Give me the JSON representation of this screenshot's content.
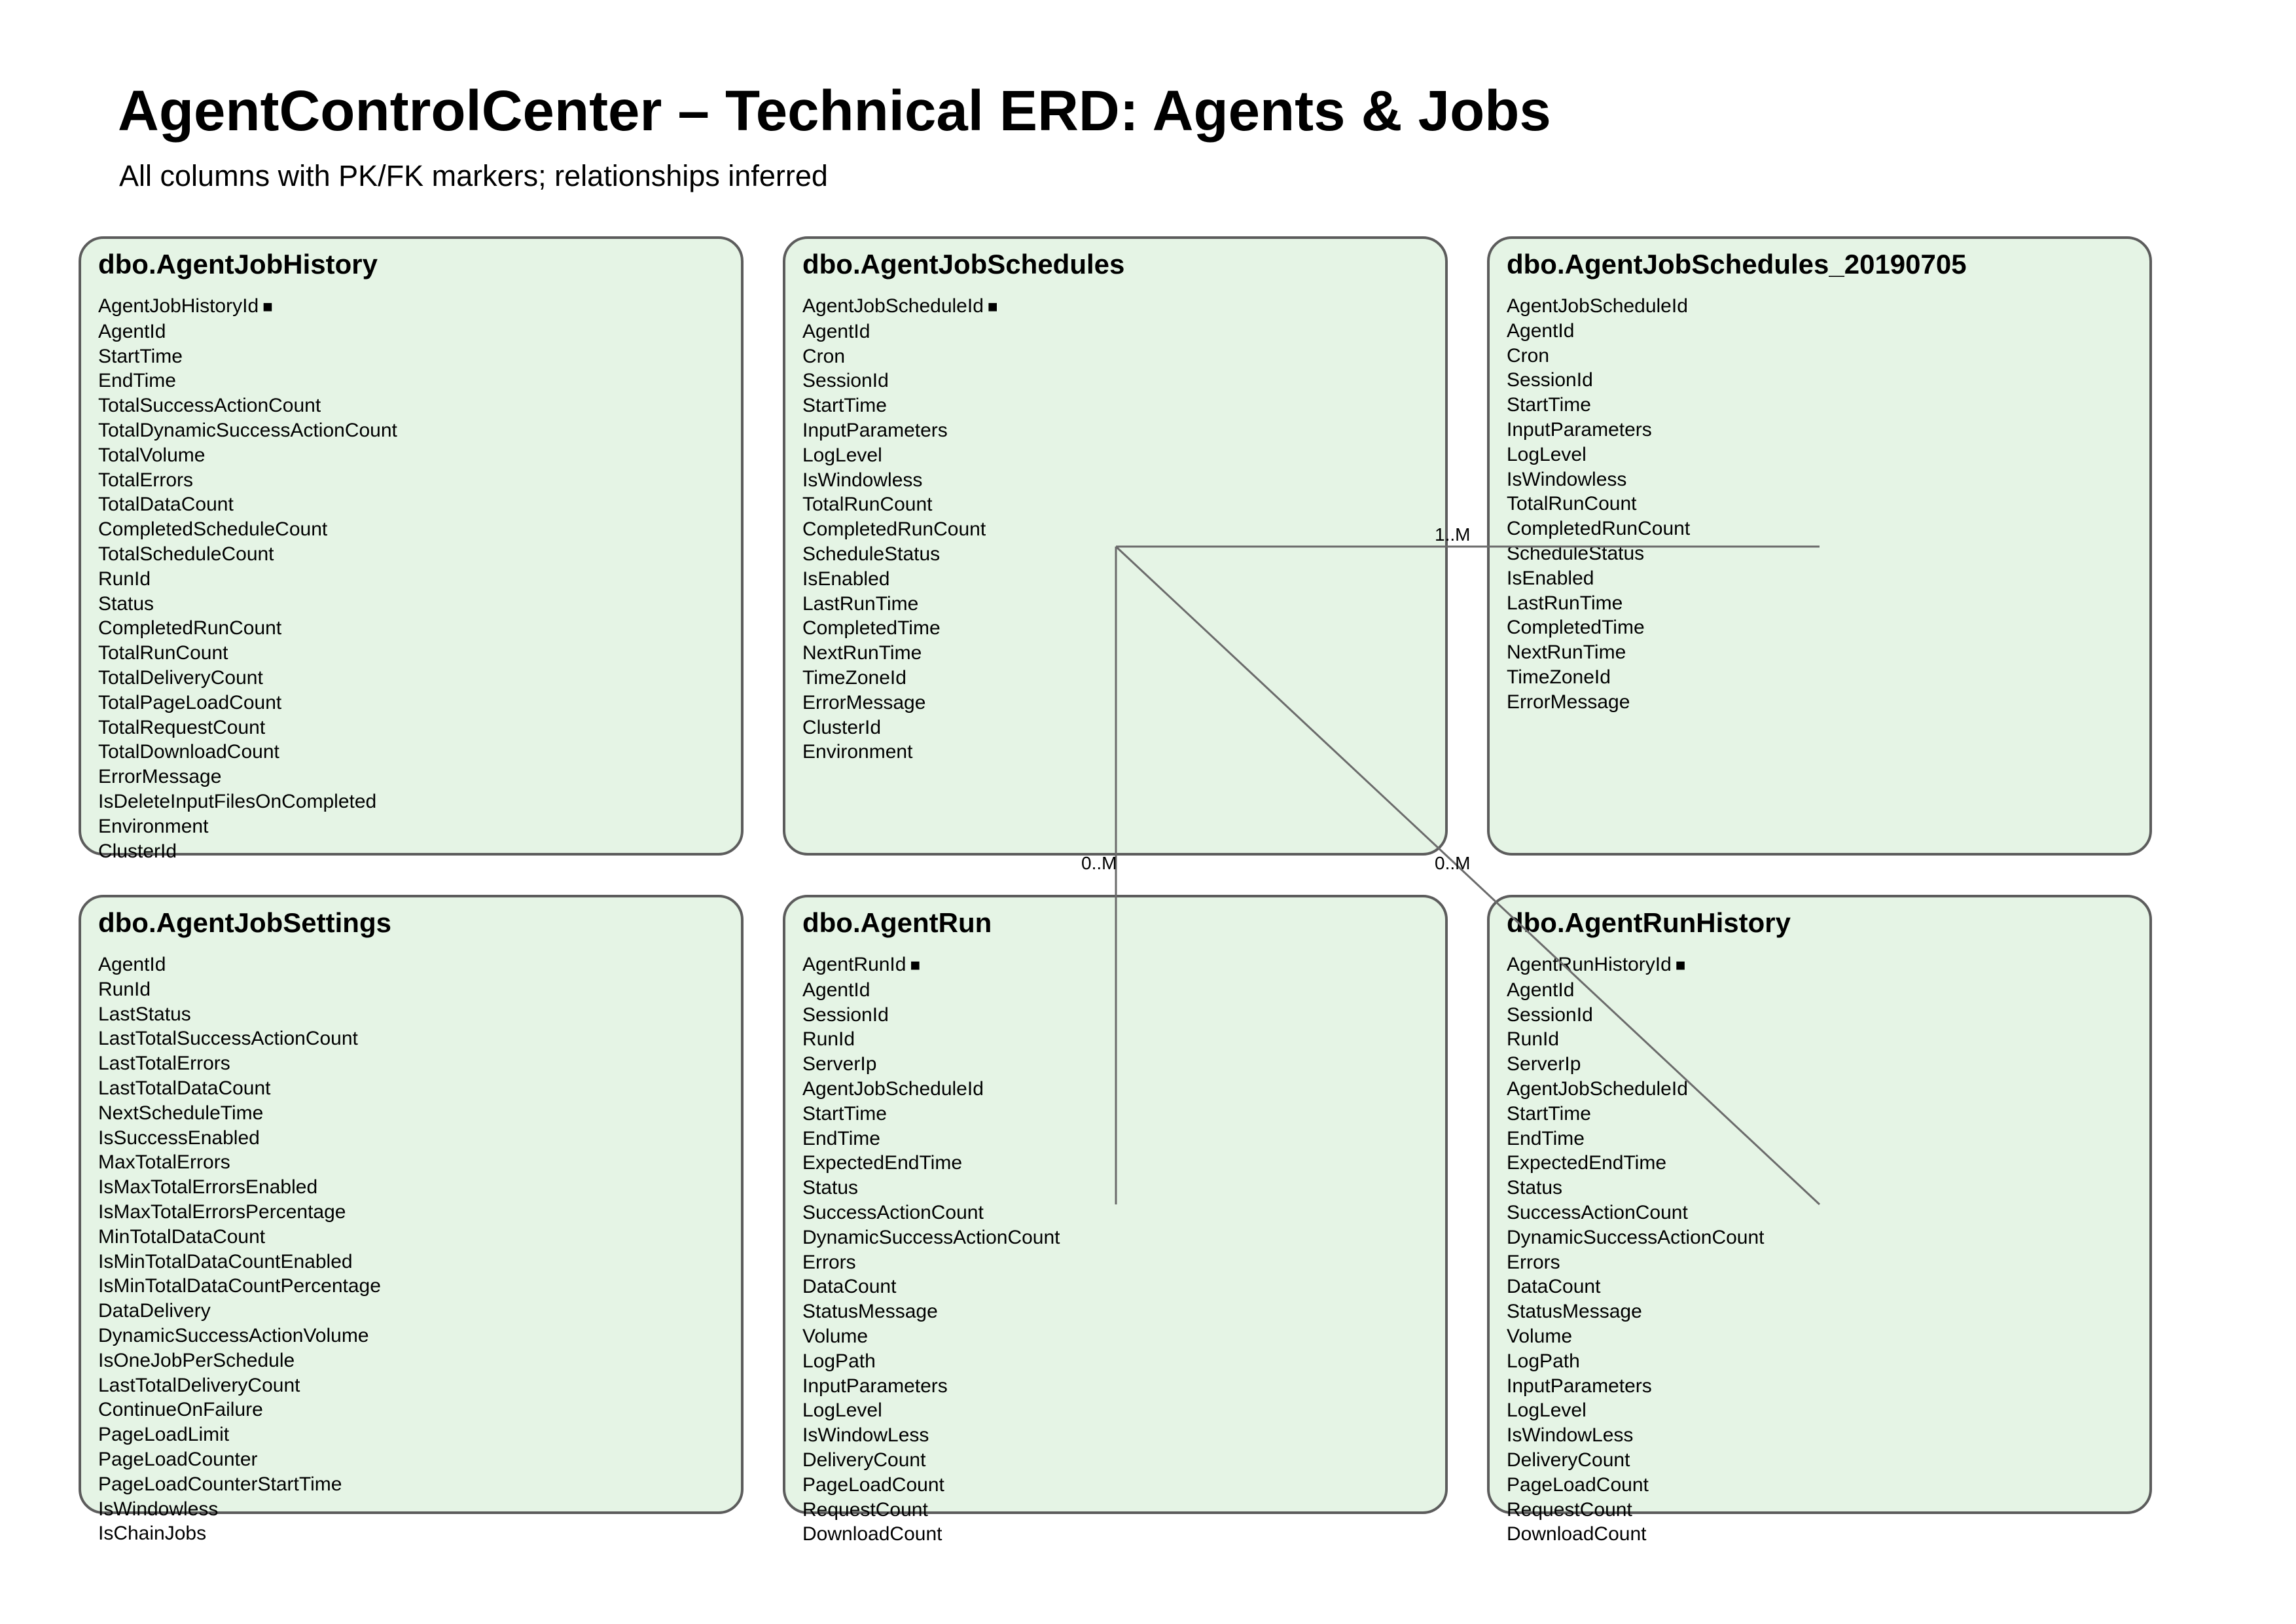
{
  "header": {
    "title": "AgentControlCenter – Technical ERD: Agents & Jobs",
    "subtitle": "All columns with PK/FK markers; relationships inferred"
  },
  "pk_marker": "■",
  "colors": {
    "box_fill": "#e5f4e5",
    "box_border": "#5c5c5c",
    "link_line": "#6b6b6b"
  },
  "tables": [
    {
      "name": "dbo.AgentJobHistory",
      "columns": [
        {
          "name": "AgentJobHistoryId",
          "pk": true
        },
        {
          "name": "AgentId"
        },
        {
          "name": "StartTime"
        },
        {
          "name": "EndTime"
        },
        {
          "name": "TotalSuccessActionCount"
        },
        {
          "name": "TotalDynamicSuccessActionCount"
        },
        {
          "name": "TotalVolume"
        },
        {
          "name": "TotalErrors"
        },
        {
          "name": "TotalDataCount"
        },
        {
          "name": "CompletedScheduleCount"
        },
        {
          "name": "TotalScheduleCount"
        },
        {
          "name": "RunId"
        },
        {
          "name": "Status"
        },
        {
          "name": "CompletedRunCount"
        },
        {
          "name": "TotalRunCount"
        },
        {
          "name": "TotalDeliveryCount"
        },
        {
          "name": "TotalPageLoadCount"
        },
        {
          "name": "TotalRequestCount"
        },
        {
          "name": "TotalDownloadCount"
        },
        {
          "name": "ErrorMessage"
        },
        {
          "name": "IsDeleteInputFilesOnCompleted"
        },
        {
          "name": "Environment"
        },
        {
          "name": "ClusterId"
        }
      ]
    },
    {
      "name": "dbo.AgentJobSchedules",
      "columns": [
        {
          "name": "AgentJobScheduleId",
          "pk": true
        },
        {
          "name": "AgentId"
        },
        {
          "name": "Cron"
        },
        {
          "name": "SessionId"
        },
        {
          "name": "StartTime"
        },
        {
          "name": "InputParameters"
        },
        {
          "name": "LogLevel"
        },
        {
          "name": "IsWindowless"
        },
        {
          "name": "TotalRunCount"
        },
        {
          "name": "CompletedRunCount"
        },
        {
          "name": "ScheduleStatus"
        },
        {
          "name": "IsEnabled"
        },
        {
          "name": "LastRunTime"
        },
        {
          "name": "CompletedTime"
        },
        {
          "name": "NextRunTime"
        },
        {
          "name": "TimeZoneId"
        },
        {
          "name": "ErrorMessage"
        },
        {
          "name": "ClusterId"
        },
        {
          "name": "Environment"
        }
      ]
    },
    {
      "name": "dbo.AgentJobSchedules_20190705",
      "columns": [
        {
          "name": "AgentJobScheduleId"
        },
        {
          "name": "AgentId"
        },
        {
          "name": "Cron"
        },
        {
          "name": "SessionId"
        },
        {
          "name": "StartTime"
        },
        {
          "name": "InputParameters"
        },
        {
          "name": "LogLevel"
        },
        {
          "name": "IsWindowless"
        },
        {
          "name": "TotalRunCount"
        },
        {
          "name": "CompletedRunCount"
        },
        {
          "name": "ScheduleStatus"
        },
        {
          "name": "IsEnabled"
        },
        {
          "name": "LastRunTime"
        },
        {
          "name": "CompletedTime"
        },
        {
          "name": "NextRunTime"
        },
        {
          "name": "TimeZoneId"
        },
        {
          "name": "ErrorMessage"
        }
      ]
    },
    {
      "name": "dbo.AgentJobSettings",
      "columns": [
        {
          "name": "AgentId"
        },
        {
          "name": "RunId"
        },
        {
          "name": "LastStatus"
        },
        {
          "name": "LastTotalSuccessActionCount"
        },
        {
          "name": "LastTotalErrors"
        },
        {
          "name": "LastTotalDataCount"
        },
        {
          "name": "NextScheduleTime"
        },
        {
          "name": "IsSuccessEnabled"
        },
        {
          "name": "MaxTotalErrors"
        },
        {
          "name": "IsMaxTotalErrorsEnabled"
        },
        {
          "name": "IsMaxTotalErrorsPercentage"
        },
        {
          "name": "MinTotalDataCount"
        },
        {
          "name": "IsMinTotalDataCountEnabled"
        },
        {
          "name": "IsMinTotalDataCountPercentage"
        },
        {
          "name": "DataDelivery"
        },
        {
          "name": "DynamicSuccessActionVolume"
        },
        {
          "name": "IsOneJobPerSchedule"
        },
        {
          "name": "LastTotalDeliveryCount"
        },
        {
          "name": "ContinueOnFailure"
        },
        {
          "name": "PageLoadLimit"
        },
        {
          "name": "PageLoadCounter"
        },
        {
          "name": "PageLoadCounterStartTime"
        },
        {
          "name": "IsWindowless"
        },
        {
          "name": "IsChainJobs"
        }
      ]
    },
    {
      "name": "dbo.AgentRun",
      "columns": [
        {
          "name": "AgentRunId",
          "pk": true
        },
        {
          "name": "AgentId"
        },
        {
          "name": "SessionId"
        },
        {
          "name": "RunId"
        },
        {
          "name": "ServerIp"
        },
        {
          "name": "AgentJobScheduleId"
        },
        {
          "name": "StartTime"
        },
        {
          "name": "EndTime"
        },
        {
          "name": "ExpectedEndTime"
        },
        {
          "name": "Status"
        },
        {
          "name": "SuccessActionCount"
        },
        {
          "name": "DynamicSuccessActionCount"
        },
        {
          "name": "Errors"
        },
        {
          "name": "DataCount"
        },
        {
          "name": "StatusMessage"
        },
        {
          "name": "Volume"
        },
        {
          "name": "LogPath"
        },
        {
          "name": "InputParameters"
        },
        {
          "name": "LogLevel"
        },
        {
          "name": "IsWindowLess"
        },
        {
          "name": "DeliveryCount"
        },
        {
          "name": "PageLoadCount"
        },
        {
          "name": "RequestCount"
        },
        {
          "name": "DownloadCount"
        }
      ]
    },
    {
      "name": "dbo.AgentRunHistory",
      "columns": [
        {
          "name": "AgentRunHistoryId",
          "pk": true
        },
        {
          "name": "AgentId"
        },
        {
          "name": "SessionId"
        },
        {
          "name": "RunId"
        },
        {
          "name": "ServerIp"
        },
        {
          "name": "AgentJobScheduleId"
        },
        {
          "name": "StartTime"
        },
        {
          "name": "EndTime"
        },
        {
          "name": "ExpectedEndTime"
        },
        {
          "name": "Status"
        },
        {
          "name": "SuccessActionCount"
        },
        {
          "name": "DynamicSuccessActionCount"
        },
        {
          "name": "Errors"
        },
        {
          "name": "DataCount"
        },
        {
          "name": "StatusMessage"
        },
        {
          "name": "Volume"
        },
        {
          "name": "LogPath"
        },
        {
          "name": "InputParameters"
        },
        {
          "name": "LogLevel"
        },
        {
          "name": "IsWindowLess"
        },
        {
          "name": "DeliveryCount"
        },
        {
          "name": "PageLoadCount"
        },
        {
          "name": "RequestCount"
        },
        {
          "name": "DownloadCount"
        }
      ]
    }
  ],
  "relationships": [
    {
      "from": "dbo.AgentJobSchedules",
      "to": "dbo.AgentJobSchedules_20190705",
      "cardinality": "1..M"
    },
    {
      "from": "dbo.AgentJobSchedules",
      "to": "dbo.AgentRun",
      "cardinality": "0..M"
    },
    {
      "from": "dbo.AgentJobSchedules",
      "to": "dbo.AgentRunHistory",
      "cardinality": "0..M"
    }
  ]
}
